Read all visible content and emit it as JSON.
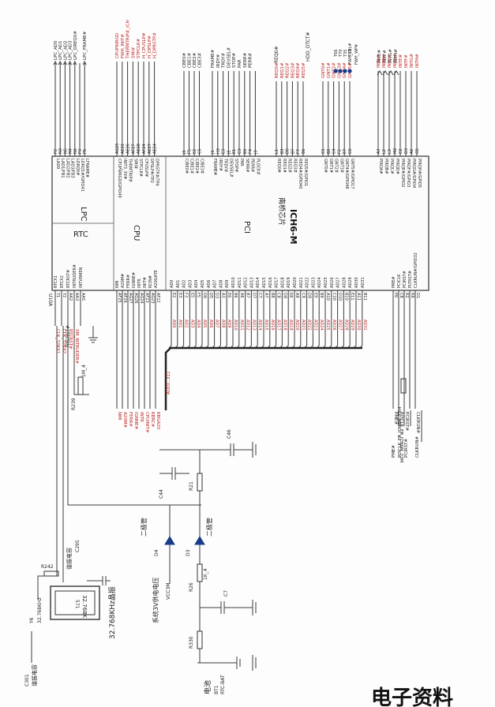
{
  "chip": {
    "ref": "U10A",
    "name": "ICH6-M",
    "name_cn": "南桥芯片",
    "sections": {
      "lpc": "LPC",
      "rtc": "RTC",
      "cpu": "CPU",
      "pci": "PCI"
    }
  },
  "lpc_pins": [
    {
      "pin": "P2",
      "name": "LAD0",
      "net": "LPC_AD0"
    },
    {
      "pin": "N3",
      "name": "LAD1/FB1",
      "net": "LPC_AD1"
    },
    {
      "pin": "N5",
      "name": "LAD2/FB2",
      "net": "LPC_AD2"
    },
    {
      "pin": "N4",
      "name": "LAD3/FB3",
      "net": "LPC_AD3"
    },
    {
      "pin": "N6",
      "name": "LDRQ0#",
      "net": "LPC_DREQ0#"
    },
    {
      "pin": "P3",
      "name": "LDRQ1#/GPIO41",
      "net": ""
    },
    {
      "pin": "P5",
      "name": "LFRAME#",
      "net": "LPC_FRAME#"
    }
  ],
  "cpu_top_pins": [
    {
      "pin": "AG25",
      "name": "CPUPWRGD/GPIO49",
      "net": "CPUPWRGD"
    },
    {
      "pin": "AE22",
      "name": "INIT3_3V#",
      "net": "FWH_INIT#"
    },
    {
      "pin": "AE26",
      "name": "THRMTRIP#",
      "net": "THERMTRIP#_ICH"
    },
    {
      "pin": "AF27",
      "name": "SMI#",
      "net": "SMI#"
    },
    {
      "pin": "AE28",
      "name": "STPCLK#",
      "net": "STPCLK#"
    },
    {
      "pin": "AF24",
      "name": "CPUSLP#",
      "net": "H_CPUSLP#"
    },
    {
      "pin": "AE27",
      "name": "DPSLP#/TP2",
      "net": "H_DPSLP#"
    },
    {
      "pin": "AE24",
      "name": "DPRSTP#/TP4",
      "net": "H_DPRSTP#"
    }
  ],
  "cpu_bottom_pins": [
    {
      "pin": "AF25",
      "name": "NMI",
      "net": "NMI"
    },
    {
      "pin": "AF26",
      "name": "A20M#",
      "net": "A20M#"
    },
    {
      "pin": "AG27",
      "name": "FERR#",
      "net": "FERR#"
    },
    {
      "pin": "AG26",
      "name": "IGNNE#",
      "net": "IGNNE#"
    },
    {
      "pin": "AG24",
      "name": "INTR",
      "net": "INTR"
    },
    {
      "pin": "AF23",
      "name": "INIT#",
      "net": "CPUINIT#"
    },
    {
      "pin": "AG23",
      "name": "RCIN#",
      "net": "KBRC#"
    },
    {
      "pin": "AF22",
      "name": "A20GATE",
      "net": "KBGA20"
    }
  ],
  "rtc_pins": [
    {
      "pin": "Y1",
      "name": "RTCX1",
      "net": "CLK_32KX1"
    },
    {
      "pin": "Y2",
      "name": "RTCX2",
      "net": "CLK_32KX2"
    },
    {
      "pin": "AA2",
      "name": "RTCRST#",
      "net": "RTCRST#"
    },
    {
      "pin": "AA3",
      "name": "INTRUDER#",
      "net": "SM_INTRUDER#"
    },
    {
      "pin": "AA5",
      "name": "INTVRMEN",
      "net": ""
    }
  ],
  "pci_cbe": [
    {
      "pin": "J5",
      "name": "C/BE0#",
      "net": "CBE0#"
    },
    {
      "pin": "F5",
      "name": "C/BE1#",
      "net": "CBE1#"
    },
    {
      "pin": "E2",
      "name": "C/BE2#",
      "net": "CBE2#"
    },
    {
      "pin": "C5",
      "name": "C/BE3#",
      "net": "CBE3#"
    }
  ],
  "pci_ctrl": [
    {
      "pin": "J1",
      "name": "FRAME#",
      "net": "FRAME#"
    },
    {
      "pin": "H3",
      "name": "IRDY#",
      "net": "IRDY#"
    },
    {
      "pin": "E3",
      "name": "TRDY#",
      "net": "TRDY#"
    },
    {
      "pin": "J2",
      "name": "DEVSEL#",
      "net": "DEVSEL#"
    },
    {
      "pin": "E1",
      "name": "STOP#",
      "net": "STOP#"
    },
    {
      "pin": "C3",
      "name": "PAR",
      "net": "PAR"
    },
    {
      "pin": "B1",
      "name": "SERR#",
      "net": "SERR#"
    },
    {
      "pin": "F4",
      "name": "PERR#",
      "net": "PERR#"
    },
    {
      "pin": "J3",
      "name": "PLOCK#",
      "net": ""
    }
  ],
  "pci_req": [
    {
      "pin": "L1",
      "name": "REQ0#",
      "net": "REQ0#"
    },
    {
      "pin": "B3",
      "name": "REQ1#",
      "net": "REQ1#"
    },
    {
      "pin": "D5",
      "name": "REQ2#",
      "net": "REQ2#"
    },
    {
      "pin": "B7",
      "name": "REQ3#",
      "net": "REQ3#"
    },
    {
      "pin": "F7",
      "name": "REQ4#/GPIO40",
      "net": "REQ4#"
    },
    {
      "pin": "B6",
      "name": "REQ5#/GPIO1",
      "net": "REQ5#"
    }
  ],
  "pci_gnt": [
    {
      "pin": "C1",
      "name": "GNT0#",
      "net": "GNT0#"
    },
    {
      "pin": "B2",
      "name": "GNT1#",
      "net": "GNT1#"
    },
    {
      "pin": "C4",
      "name": "GNT2#",
      "net": "GNT2#"
    },
    {
      "pin": "F2",
      "name": "GNT3#",
      "net": "GNT3#"
    },
    {
      "pin": "E7",
      "name": "GNT4#/GPIO48",
      "net": "GNT4#"
    },
    {
      "pin": "C6",
      "name": "GNT5#/GPIO17",
      "net": "GNT5#"
    }
  ],
  "pci_pirq": [
    {
      "pin": "A3",
      "name": "PIRQA#",
      "net": "INTA#"
    },
    {
      "pin": "L2",
      "name": "PIRQB#",
      "net": "INTB#"
    },
    {
      "pin": "L3",
      "name": "PIRQC#",
      "net": "INTC#"
    },
    {
      "pin": "M2",
      "name": "PIRQD#",
      "net": "INTD#"
    },
    {
      "pin": "C2",
      "name": "PIRQE#/GPIO2",
      "net": "INTE#"
    },
    {
      "pin": "D3",
      "name": "PIRQF#/GPIO3",
      "net": "INTF#"
    },
    {
      "pin": "A2",
      "name": "PIRQG#/GPIO4",
      "net": "INTG#"
    },
    {
      "pin": "G5",
      "name": "PIRQH#/GPIO5",
      "net": "INTH#"
    }
  ],
  "pci_bottom_right": [
    {
      "pin": "P6",
      "name": "PME#",
      "net": "PME#"
    },
    {
      "pin": "C8",
      "name": "PCICLK",
      "net": "PCICLK_FR_ICH6M_33M"
    },
    {
      "pin": "R2",
      "name": "PCIRST#",
      "net": "PCIRST#"
    },
    {
      "pin": "R6",
      "name": "PLTRST#",
      "net": ""
    },
    {
      "pin": "D1",
      "name": "CLKRUN#/GPIO32",
      "net": "CLKRUN#"
    }
  ],
  "ad_pins": [
    "E2",
    "E3",
    "F3",
    "E5",
    "F5",
    "D6",
    "D5",
    "D3",
    "A3",
    "E6",
    "B6",
    "A6",
    "B7",
    "D7",
    "C7",
    "A7",
    "B8",
    "C8",
    "D8",
    "E8",
    "A9",
    "C9",
    "D9",
    "E9",
    "B9",
    "A10",
    "C10",
    "D10",
    "B10",
    "E11",
    "A11",
    "B11"
  ],
  "ad_bus_label": "AD[0..31]",
  "top_nets_misc": {
    "req_bus": "REQ0#",
    "hdd": "HDD_DTCT#",
    "tp": [
      "T66",
      "T70",
      "T35",
      "T63"
    ],
    "fwh": [
      "FWH_TBL#",
      "FWH_WP#"
    ],
    "ints": [
      "INTE#",
      "INTF#",
      "INTG#",
      "INTH#"
    ]
  },
  "components": {
    "crystal": {
      "ref": "Y6",
      "freq": "32.768KHz",
      "marking": "32.768K",
      "label_cn": "32.768KHz晶振"
    },
    "caps": [
      "C295",
      "C301",
      "C46",
      "C44",
      "C7"
    ],
    "resistors": [
      {
        "ref": "R242",
        "val": ""
      },
      {
        "ref": "R239",
        "val": "1M_4"
      },
      {
        "ref": "R21",
        "val": ""
      },
      {
        "ref": "R26",
        "val": "1K_4"
      },
      {
        "ref": "R330",
        "val": ""
      }
    ],
    "diodes": [
      {
        "ref": "D4",
        "label_cn": "二极管"
      },
      {
        "ref": "D3",
        "label_cn": "二极管"
      }
    ],
    "battery": {
      "ref": "BT1",
      "net": "RTC-BAT",
      "label_cn": "电池"
    },
    "vcc": "VCC3M",
    "rail_cn": "系统3V供电电压",
    "cap_label_cn1": "谐振电容",
    "cap_label_cn2": "谐振电容"
  },
  "watermark": "电子资料"
}
